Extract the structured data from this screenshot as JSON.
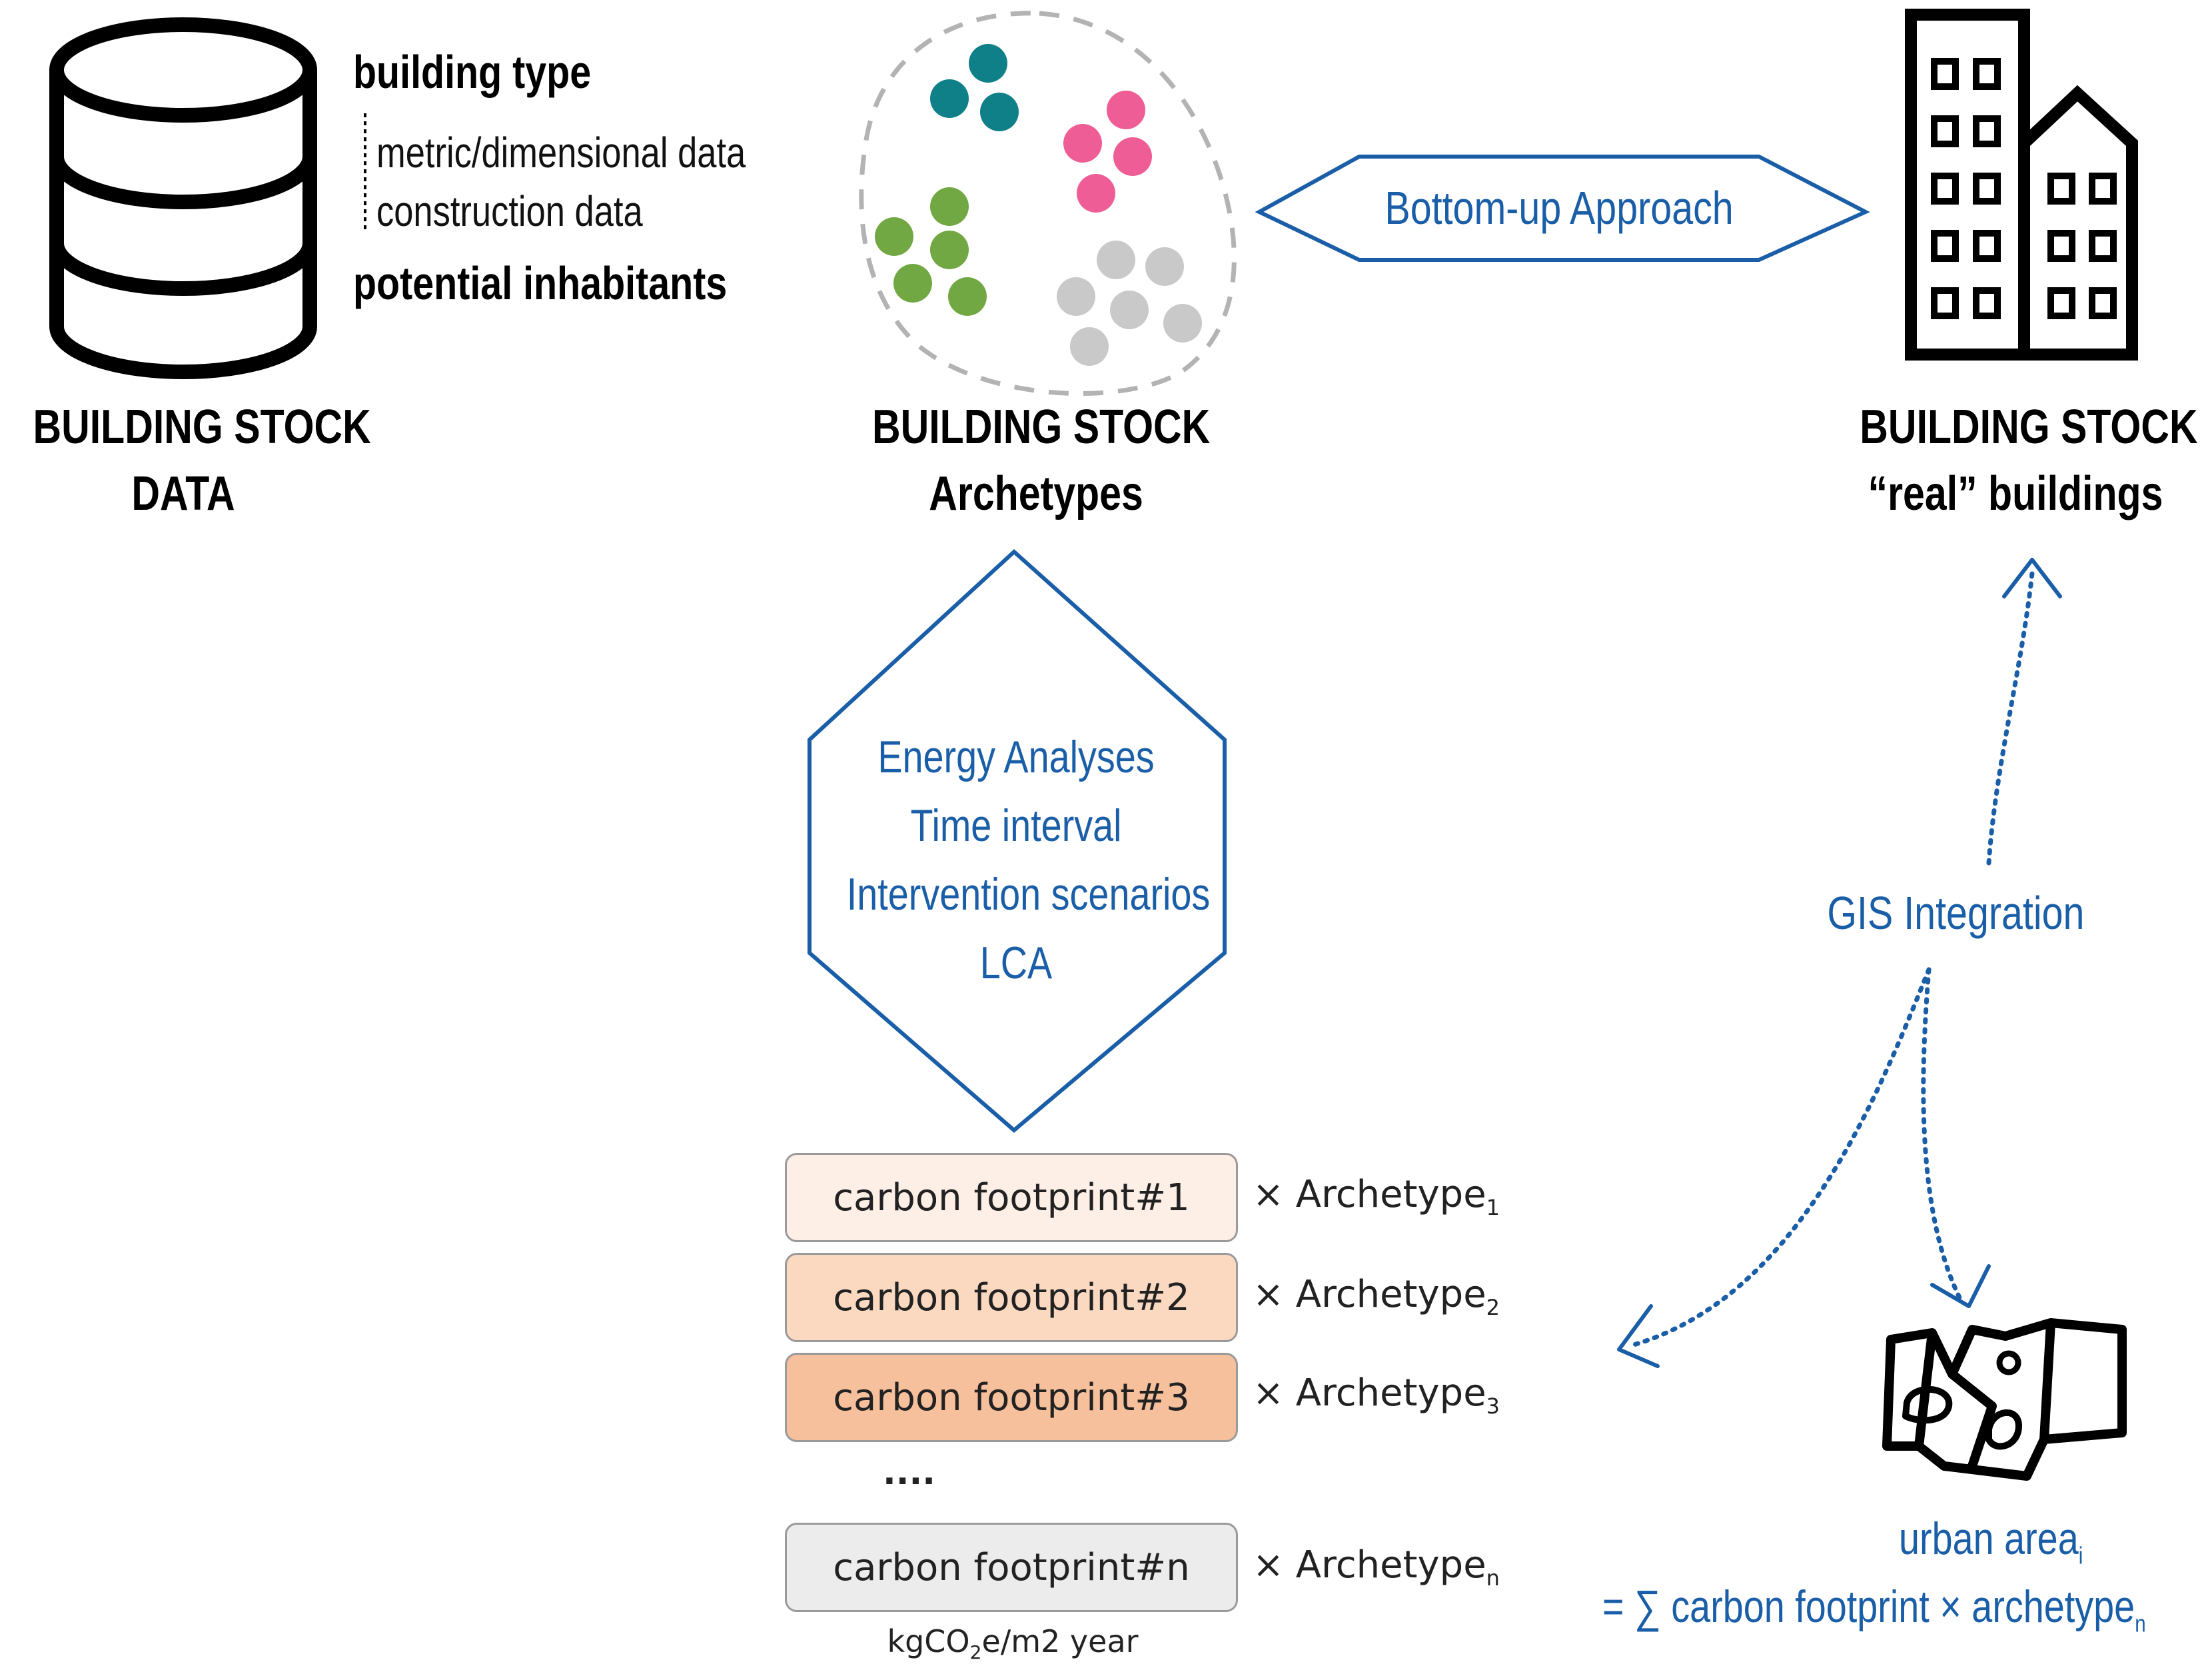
{
  "data_block": {
    "building_type": "building type",
    "metric_data": "metric/dimensional data",
    "construction_data": "construction data",
    "potential_inhabitants": "potential inhabitants",
    "title_line1": "BUILDING STOCK",
    "title_line2": "DATA"
  },
  "archetypes_block": {
    "title_line1": "BUILDING STOCK",
    "title_line2": "Archetypes",
    "cluster_colors": [
      "#0f7f88",
      "#ee5d95",
      "#72a843",
      "#c9c9c9"
    ]
  },
  "real_block": {
    "title_line1": "BUILDING STOCK",
    "title_line2": "“real” buildings"
  },
  "approach": {
    "label": "Bottom-up Approach"
  },
  "analysis": {
    "lines": [
      "Energy Analyses",
      "Time interval",
      "Intervention scenarios",
      "LCA"
    ]
  },
  "footprints": {
    "items": [
      {
        "label": "carbon footprint#1",
        "multiplier": "×  Archetype",
        "sub": "1",
        "fill": "#fdeee6"
      },
      {
        "label": "carbon footprint#2",
        "multiplier": "×  Archetype",
        "sub": "2",
        "fill": "#fbd9c1"
      },
      {
        "label": "carbon footprint#3",
        "multiplier": "×  Archetype",
        "sub": "3",
        "fill": "#f7c09c"
      },
      {
        "label": "carbon footprint#n",
        "multiplier": "×  Archetype",
        "sub": "n",
        "fill": "#ececec"
      }
    ],
    "ellipsis": "....",
    "unit_pre": "kgCO",
    "unit_sub": "2",
    "unit_post": "e/m2 year"
  },
  "gis": {
    "label": "GIS Integration"
  },
  "urban": {
    "line1": "urban area",
    "line1_sub": "i",
    "line2": "= ∑ carbon footprint × archetype",
    "line2_sub": "n"
  },
  "colors": {
    "blue": "#1a5ea8",
    "black": "#000000"
  }
}
